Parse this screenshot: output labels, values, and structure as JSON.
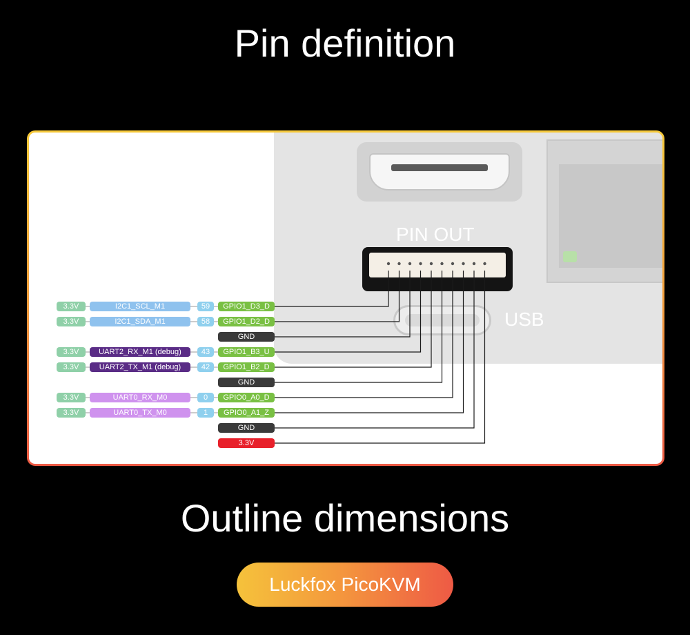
{
  "titles": {
    "pin": "Pin definition",
    "outline": "Outline dimensions"
  },
  "diagram": {
    "pinout_label": "PIN OUT",
    "usb_label": "USB",
    "pins": [
      {
        "voltage": "3.3V",
        "function": "I2C1_SCL_M1",
        "function_group": "i2c",
        "number": "59",
        "gpio": "GPIO1_D3_D",
        "kind": "gpio"
      },
      {
        "voltage": "3.3V",
        "function": "I2C1_SDA_M1",
        "function_group": "i2c",
        "number": "58",
        "gpio": "GPIO1_D2_D",
        "kind": "gpio"
      },
      {
        "voltage": "",
        "function": "",
        "function_group": "",
        "number": "",
        "gpio": "GND",
        "kind": "gnd"
      },
      {
        "voltage": "3.3V",
        "function": "UART2_RX_M1 (debug)",
        "function_group": "uart2",
        "number": "43",
        "gpio": "GPIO1_B3_U",
        "kind": "gpio"
      },
      {
        "voltage": "3.3V",
        "function": "UART2_TX_M1 (debug)",
        "function_group": "uart2",
        "number": "42",
        "gpio": "GPIO1_B2_D",
        "kind": "gpio"
      },
      {
        "voltage": "",
        "function": "",
        "function_group": "",
        "number": "",
        "gpio": "GND",
        "kind": "gnd"
      },
      {
        "voltage": "3.3V",
        "function": "UART0_RX_M0",
        "function_group": "uart0",
        "number": "0",
        "gpio": "GPIO0_A0_D",
        "kind": "gpio"
      },
      {
        "voltage": "3.3V",
        "function": "UART0_TX_M0",
        "function_group": "uart0",
        "number": "1",
        "gpio": "GPIO0_A1_Z",
        "kind": "gpio"
      },
      {
        "voltage": "",
        "function": "",
        "function_group": "",
        "number": "",
        "gpio": "GND",
        "kind": "gnd"
      },
      {
        "voltage": "",
        "function": "",
        "function_group": "",
        "number": "",
        "gpio": "3.3V",
        "kind": "power"
      }
    ]
  },
  "button": {
    "label": "Luckfox PicoKVM"
  },
  "colors": {
    "background": "#000000",
    "voltage": "#8fd0a8",
    "i2c": "#8fc2ee",
    "uart2": "#5a2c86",
    "uart0": "#cf92ee",
    "pin_number": "#8fd0ee",
    "gpio": "#79c043",
    "gnd": "#3a3a3a",
    "power": "#e8202a",
    "frame_gradient": [
      "#f6c93a",
      "#ee5a45"
    ]
  }
}
